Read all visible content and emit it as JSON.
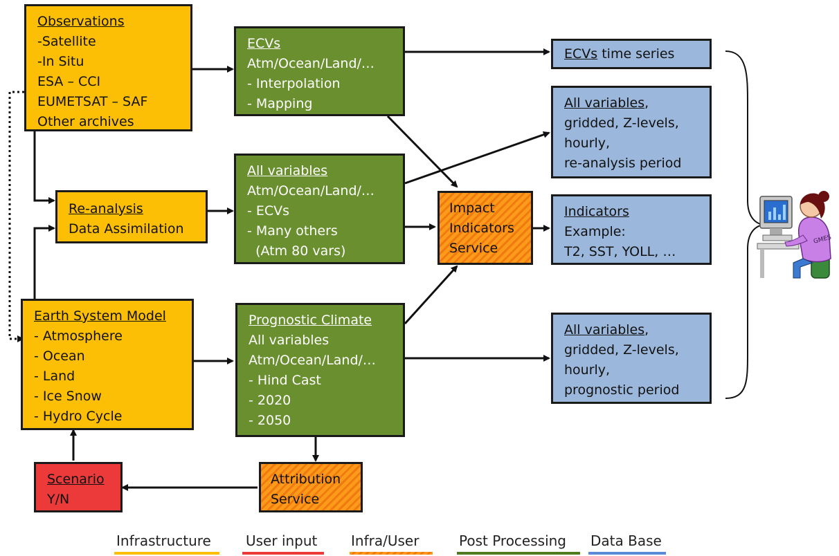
{
  "boxes": {
    "observations": {
      "title": "Observations",
      "lines": [
        "-Satellite",
        "-In Situ",
        "ESA – CCI",
        "EUMETSAT – SAF",
        "Other archives"
      ]
    },
    "reanalysis": {
      "title": "Re-analysis",
      "lines": [
        "Data Assimilation"
      ]
    },
    "esm": {
      "title": "Earth System Model",
      "lines": [
        "- Atmosphere",
        "- Ocean",
        "- Land",
        "- Ice Snow",
        "- Hydro Cycle"
      ]
    },
    "scenario": {
      "title": "Scenario",
      "lines": [
        "Y/N"
      ]
    },
    "ecvs": {
      "title": "ECVs",
      "lines": [
        "Atm/Ocean/Land/…",
        "- Interpolation",
        "- Mapping"
      ]
    },
    "allvars": {
      "title": "All variables",
      "lines": [
        "Atm/Ocean/Land/…",
        "- ECVs",
        "- Many others",
        "  (Atm 80 vars)"
      ]
    },
    "prognostic": {
      "title": "Prognostic Climate",
      "lines": [
        "All variables",
        "Atm/Ocean/Land/…",
        "- Hind Cast",
        "- 2020",
        "- 2050"
      ]
    },
    "impact": {
      "lines": [
        "Impact",
        "Indicators",
        "Service"
      ]
    },
    "attribution": {
      "lines": [
        "Attribution",
        "Service"
      ]
    },
    "ecvs_ts": {
      "title": "ECVs",
      "suffix": " time series"
    },
    "db_reanalysis": {
      "title": "All variables",
      "suffix": ",",
      "lines": [
        "gridded, Z-levels,",
        "hourly,",
        "re-analysis period"
      ]
    },
    "indicators": {
      "title": "Indicators",
      "lines": [
        "Example:",
        "T2, SST, YOLL, …"
      ]
    },
    "db_prognostic": {
      "title": "All variables",
      "suffix": ",",
      "lines": [
        "gridded, Z-levels,",
        "hourly,",
        "prognostic period"
      ]
    }
  },
  "user_figure": {
    "badge": "GMES"
  },
  "legend": [
    {
      "label": "Infrastructure",
      "color": "#fcbf05"
    },
    {
      "label": "User input",
      "color": "#ec3a3a"
    },
    {
      "label": "Infra/User",
      "color": "#fc9b1a"
    },
    {
      "label": "Post Processing",
      "color": "#4f7a1f"
    },
    {
      "label": "Data Base",
      "color": "#5b8ad6"
    }
  ]
}
